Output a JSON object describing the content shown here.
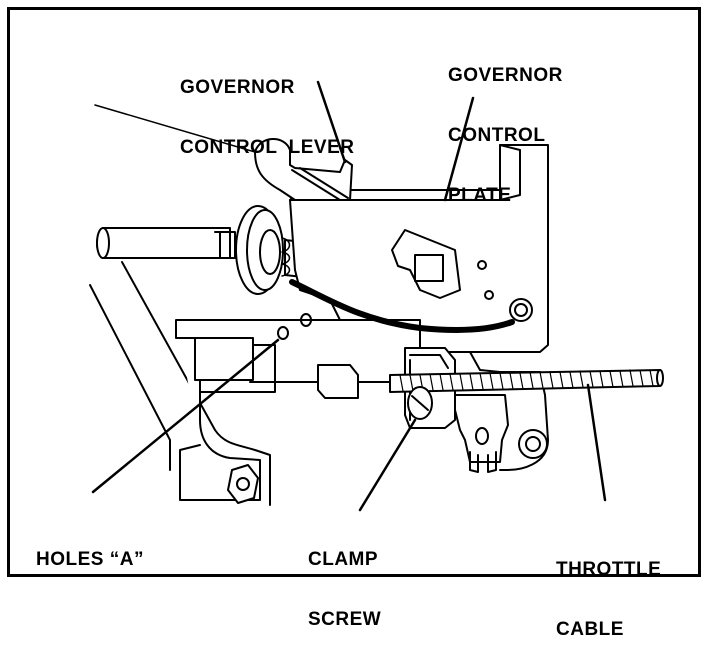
{
  "labels": {
    "governor_control_lever": [
      "GOVERNOR",
      "CONTROL  LEVER"
    ],
    "governor_control_plate": [
      "GOVERNOR",
      "CONTROL",
      "PLATE"
    ],
    "holes_a": [
      "HOLES “A”"
    ],
    "clamp_screw": [
      "CLAMP",
      "SCREW"
    ],
    "throttle_cable": [
      "THROTTLE",
      "CABLE"
    ]
  },
  "colors": {
    "line": "#000000",
    "background": "#ffffff"
  }
}
